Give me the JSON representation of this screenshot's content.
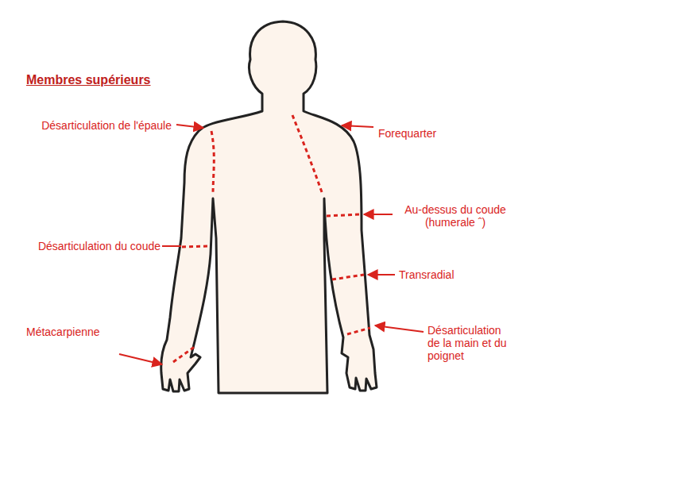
{
  "diagram": {
    "title": "Membres supérieurs",
    "labels": [
      "Désarticulation de l'épaule",
      "Forequarter",
      "Au-dessus du coude (humerale ˆ)",
      "Désarticulation du coude",
      "Transradial",
      "Métacarpienne",
      "Désarticulation de la main et du poignet"
    ]
  }
}
